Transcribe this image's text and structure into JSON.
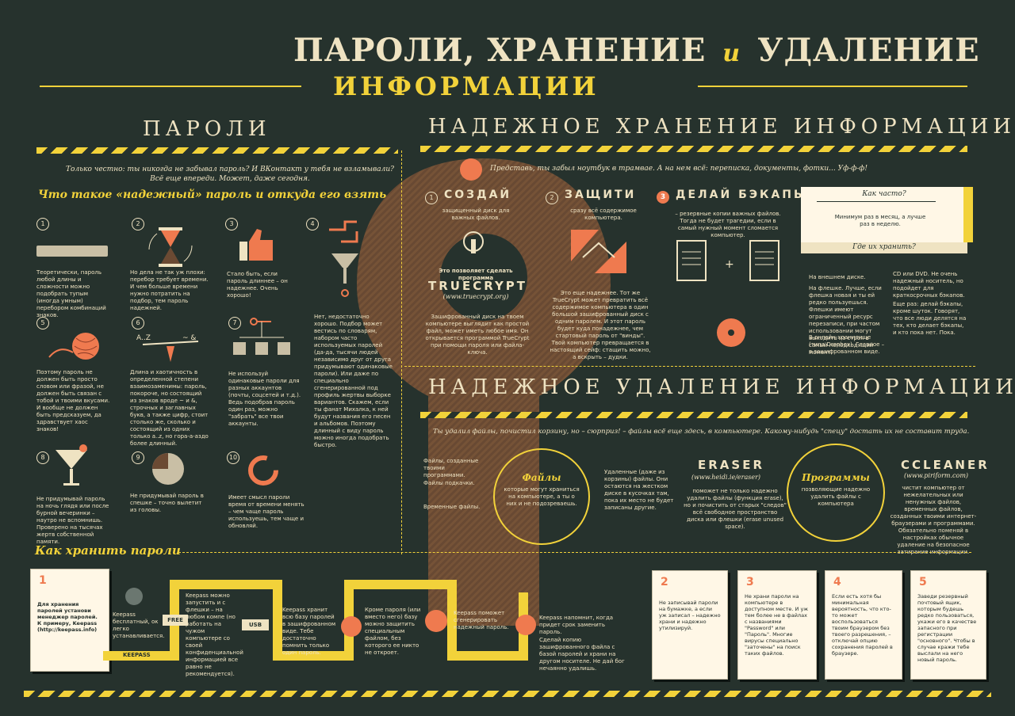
{
  "title": {
    "line1_a": "ПАРОЛИ, ХРАНЕНИЕ",
    "line1_and": "и",
    "line1_b": "УДАЛЕНИЕ",
    "line2": "ИНФОРМАЦИИ"
  },
  "passwords": {
    "heading": "ПАРОЛИ",
    "intro": "Только честно: ты никогда не забывал пароль? И ВКонтакт у тебя не взламывали? Всё еще впереди. Может, даже сегодня.",
    "subheading": "Что такое «надежный» пароль и откуда его взять",
    "items": [
      {
        "n": "1",
        "text": "Теоретически, пароль любой длины и сложности можно подобрать тупым (иногда умным) перебором комбинаций знаков."
      },
      {
        "n": "2",
        "text": "Но дела не так уж плохи: перебор требует времени. И чем больше времени нужно потратить на подбор, тем пароль надежней."
      },
      {
        "n": "3",
        "text": "Стало быть, если пароль длиннее – он надежнее. Очень хорошо!"
      },
      {
        "n": "4",
        "text": "Нет, недостаточно хорошо. Подбор может вестись по словарям, набором часто используемых паролей (да-да, тысячи людей независимо друг от друга придумывают одинаковые пароли). Или даже по специально сгенерированной под профиль жертвы выборке вариантов. Скажем, если ты фанат Михалка, к ней будут названия его песен и альбомов. Поэтому длинный с виду пароль можно иногда подобрать быстро."
      },
      {
        "n": "5",
        "text": "Поэтому пароль не должен быть просто словом или фразой, не должен быть связан с тобой и твоими вкусами. И вообще не должен быть предсказуем, да здравствует хаос знаков!"
      },
      {
        "n": "6",
        "text": "Длина и хаотичность в определенной степени взаимозаменимы: пароль, покороче, но состоящий из знаков вроде ~ и &, строчных и заглавных букв, а также цифр, стоит столько же, сколько и состоящий из одних только a..z, но гора-а-аздо более длинный."
      },
      {
        "n": "7",
        "text": "Не используй одинаковые пароли для разных аккаунтов (почты, соцсетей и т.д.). Ведь подобрав пароль один раз, можно \"забрать\" все твои аккаунты."
      },
      {
        "n": "8",
        "text": "Не придумывай пароль на ночь глядя или после бурной вечеринки – наутро не вспомнишь. Проверено на тысячах жертв собственной памяти."
      },
      {
        "n": "9",
        "text": "Не придумывай пароль в спешке – точно вылетит из головы."
      },
      {
        "n": "10",
        "text": "Имеет смысл пароли время от времени менять – чем чаще пароль используешь, тем чаще и обновляй."
      }
    ]
  },
  "storage": {
    "heading": "НАДЕЖНОЕ ХРАНЕНИЕ ИНФОРМАЦИИ",
    "intro": "Представь, ты забыл ноутбук в трамвае. А на нем всё: переписка, документы, фотки... Уф-ф-ф!",
    "step1": {
      "n": "1",
      "title": "СОЗДАЙ",
      "sub": "защищенный диск для важных файлов.",
      "hint": "Это позволяет сделать программа",
      "product": "TRUECRYPT",
      "url": "(www.truecrypt.org)",
      "text": "Зашифрованный диск на твоем компьютере выглядит как простой файл, может иметь любое имя. Он открывается программой TrueCrypt при помощи пароля или файла-ключа."
    },
    "step2": {
      "n": "2",
      "title": "ЗАЩИТИ",
      "sub": "сразу всё содержимое компьютера.",
      "text": "Это еще надежнее. Тот же TrueCrypt может превратить всё содержимое компьютера в один большой зашифрованный диск с одним паролем. И этот пароль будет куда понадежнее, чем стартовый пароль от \"винды\". Твой компьютер превращается в настоящий сейф: стащить можно, а вскрыть – дудки."
    },
    "step3": {
      "n": "3",
      "title": "ДЕЛАЙ БЭКАПЫ",
      "text": "– резервные копии важных файлов. Тогда не будет трагедии, если в самый нужный момент сломается компьютер."
    },
    "how_often": "Как часто?",
    "how_often_answer": "Минимум раз в месяц, а лучше раз в неделю.",
    "where": "Где их хранить?",
    "where_a": "На внешнем диске.",
    "where_b": "На флешке. Лучше, если флешка новая и ты ей редко пользуешься. Флешки имеют ограниченный ресурс перезаписи, при частом использовании могут выходить из строя в самый неподходящий момент.",
    "where_c": "В онлайн-хранилище (типа Dropbox). Главное – в зашифрованном виде.",
    "where_d": "CD или DVD. Не очень надежный носитель, но подойдет для краткосрочных бэкапов.",
    "where_e": "Еще раз: делай бэкапы, кроме шуток. Говорят, что все люди делятся на тех, кто делает бэкапы, и кто пока нет. Пока."
  },
  "deletion": {
    "heading": "НАДЕЖНОЕ УДАЛЕНИЕ ИНФОРМАЦИИ",
    "intro": "Ты удалил файлы, почистил корзину, но – сюрприз! – файлы всё еще здесь, в компьютере. Какому-нибудь \"спецу\" достать их не составит труда.",
    "files_labels": [
      "Файлы, созданные твоими программами.",
      "Файлы подкачки.",
      "Временные файлы."
    ],
    "files_title": "Файлы",
    "files_text": "которые могут храниться на компьютере, а ты о них и не подозреваешь.",
    "files_note": "Удаленные (даже из корзины) файлы. Они остаются на жестком диске в кусочках там, пока их место не будет записаны другие.",
    "programs_title": "Программы",
    "programs_text": "позволяющие надежно удалить файлы с компьютера",
    "eraser": {
      "name": "ERASER",
      "url": "(www.heidi.ie/eraser)",
      "text": "поможет не только надежно удалить файлы (функция erase), но и почистить от старых \"следов\" всё свободное пространство диска или флешки (erase unused space)."
    },
    "ccleaner": {
      "name": "CCLEANER",
      "url": "(www.piriform.com)",
      "text": "чистит компьютер от нежелательных или ненужных файлов, временных файлов, созданных твоими интернет-браузерами и программами. Обязательно поменяй в настройках обычное удаление на безопасное затирание информации."
    }
  },
  "howto": {
    "heading": "Как хранить пароли",
    "step1": {
      "n": "1",
      "text": "Для хранения паролей установи менеджер паролей. К примеру, Keepass (http://keepass.info)"
    },
    "flow": [
      {
        "text": "Keepass бесплатный, ок легко устанавливается."
      },
      {
        "text": "Keepass можно запустить и с флешки – на любом компе (но работать на чужом компьютере со своей конфиденциальной информацией все равно не рекомендуется)."
      },
      {
        "text": "Keepass хранит всю базу паролей в зашифрованном виде. Тебе достаточно помнить только один пароль."
      },
      {
        "text": "Кроме пароля (или вместо него) базу можно защитить специальным файлом, без которого ее никто не откроет."
      },
      {
        "text": "Keepass поможет сгенерировать надежный пароль."
      },
      {
        "text": "Keepass напомнит, когда придет срок заменить пароль."
      }
    ],
    "flow_note": "Сделай копию зашифрованного файла с базой паролей и храни на другом носителе. Не дай бог нечаянно удалишь.",
    "labels": {
      "free": "FREE",
      "usb": "USB",
      "keepass": "KEEPASS"
    },
    "cards": [
      {
        "n": "2",
        "text": "Не записывай пароли на бумажке, а если уж записал – надежно храни и надежно утилизируй."
      },
      {
        "n": "3",
        "text": "Не храни пароли на компьютере в доступном месте. И уж тем более не в файлах с названиями \"Password\" или \"Пароль\". Многие вирусы специально \"заточены\" на поиск таких файлов."
      },
      {
        "n": "4",
        "text": "Если есть хотя бы минимальная вероятность, что кто-то может воспользоваться твоим браузером без твоего разрешения, – отключай опцию сохранения паролей в браузере."
      },
      {
        "n": "5",
        "text": "Заведи резервный почтовый ящик, которым будешь редко пользоваться, укажи его в качестве запасного при регистрации \"основного\". Чтобы в случае кражи тебе выслали на него новый пароль."
      }
    ]
  },
  "colors": {
    "bg": "#26322d",
    "accent": "#f2d23a",
    "orange": "#ef7a4f",
    "cream": "#efe3c2"
  }
}
